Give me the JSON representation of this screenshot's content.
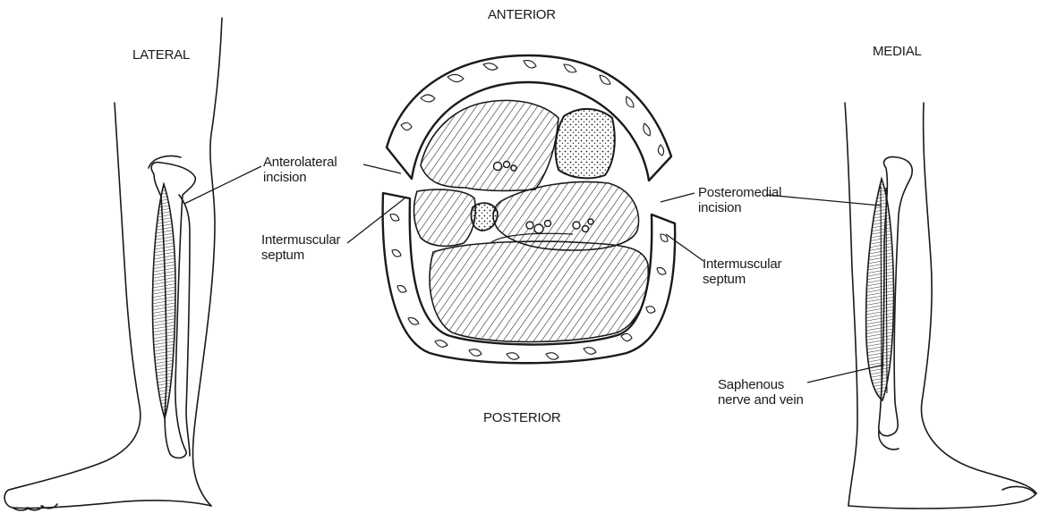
{
  "orientation": {
    "anterior": "ANTERIOR",
    "posterior": "POSTERIOR",
    "lateral": "LATERAL",
    "medial": "MEDIAL"
  },
  "labels": {
    "anterolateral_incision": [
      "Anterolateral",
      "incision"
    ],
    "intermuscular_septum_left": [
      "Intermuscular",
      "septum"
    ],
    "posteromedial_incision": [
      "Posteromedial",
      "incision"
    ],
    "intermuscular_septum_right": [
      "Intermuscular",
      "septum"
    ],
    "saphenous": [
      "Saphenous",
      "nerve and vein"
    ]
  },
  "colors": {
    "ink": "#1a1a1a",
    "background": "#ffffff"
  }
}
